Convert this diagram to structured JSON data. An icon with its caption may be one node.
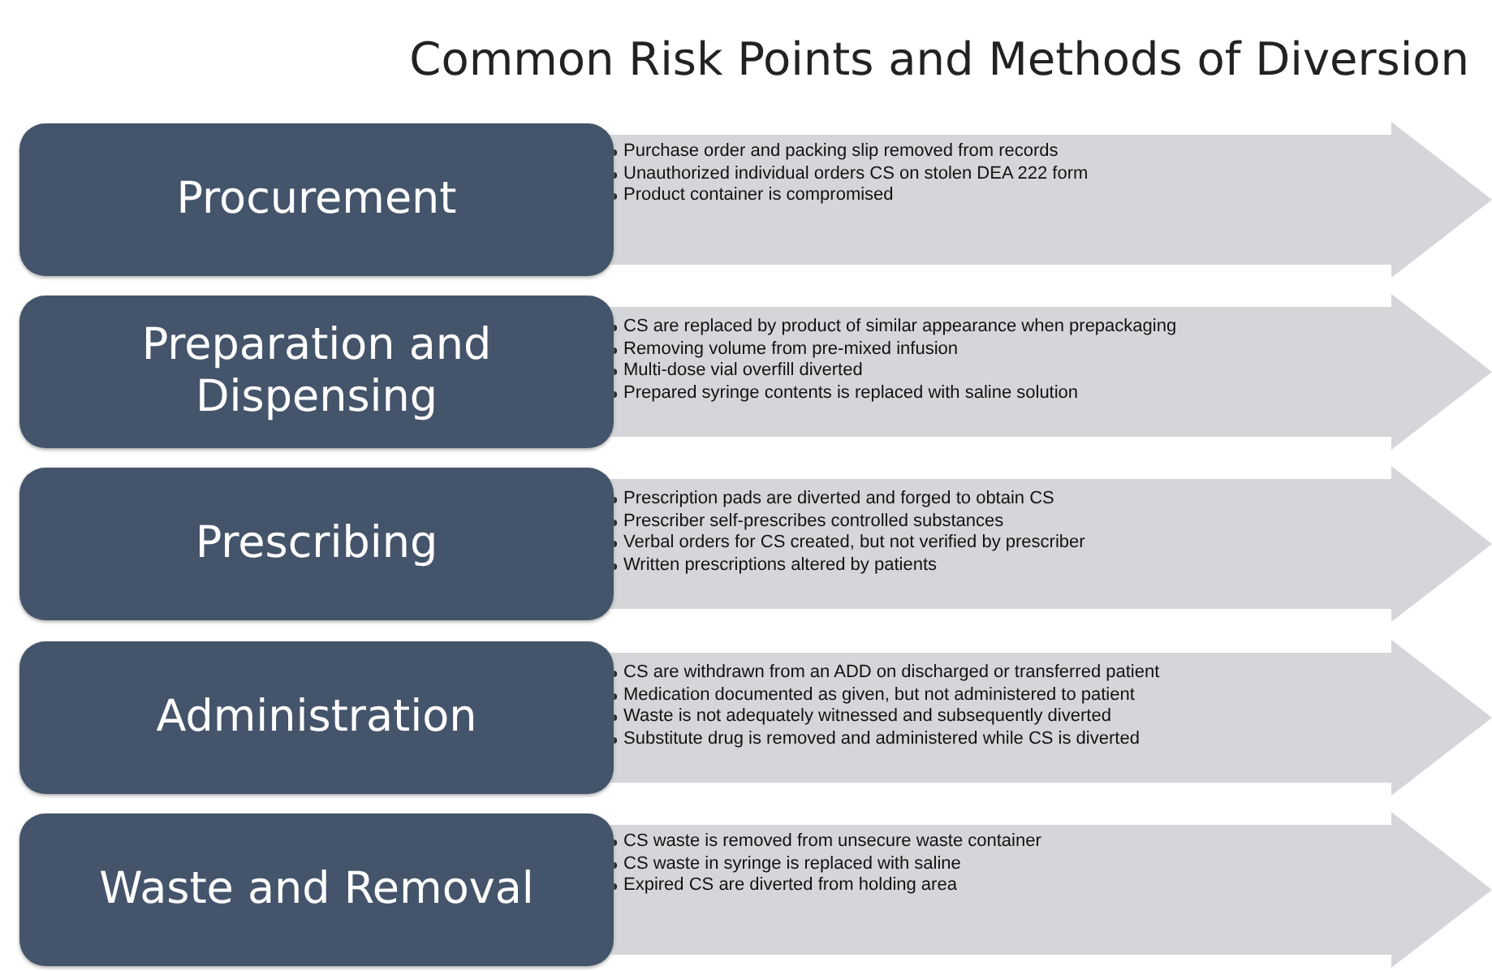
{
  "diagram": {
    "title": "Common Risk Points and Methods of Diversion",
    "nodes": [
      {
        "text": [
          "Procurement"
        ]
      },
      {
        "text": [
          "Purchase order and packing slip removed from records",
          "Unauthorized individual orders CS on stolen DEA 222 form",
          "Product container is compromised"
        ]
      },
      {
        "text": [
          "Preparation and Dispensing"
        ]
      },
      {
        "text": [
          "CS are replaced by product of similar appearance when prepackaging",
          "Removing volume from pre-mixed infusion",
          "Multi-dose vial overfill diverted",
          "Prepared syringe contents is replaced with saline solution"
        ]
      },
      {
        "text": [
          "Prescribing"
        ]
      },
      {
        "text": [
          "Prescription pads are diverted and forged to obtain CS",
          "Prescriber self-prescribes controlled substances",
          "Verbal orders for CS created, but not verified by prescriber",
          "Written prescriptions altered by patients"
        ]
      },
      {
        "text": [
          "Administration"
        ]
      },
      {
        "text": [
          "CS are withdrawn from an ADD on discharged or transferred patient",
          "Medication documented as given, but not administered to patient",
          "Waste is not adequately witnessed and subsequently diverted",
          "Substitute drug is removed and administered while CS is diverted"
        ]
      },
      {
        "text": [
          "Waste and Removal"
        ]
      },
      {
        "text": [
          "CS waste is removed from unsecure waste container",
          "CS waste in syringe is replaced with saline",
          "Expired CS are diverted from holding area"
        ]
      }
    ]
  }
}
